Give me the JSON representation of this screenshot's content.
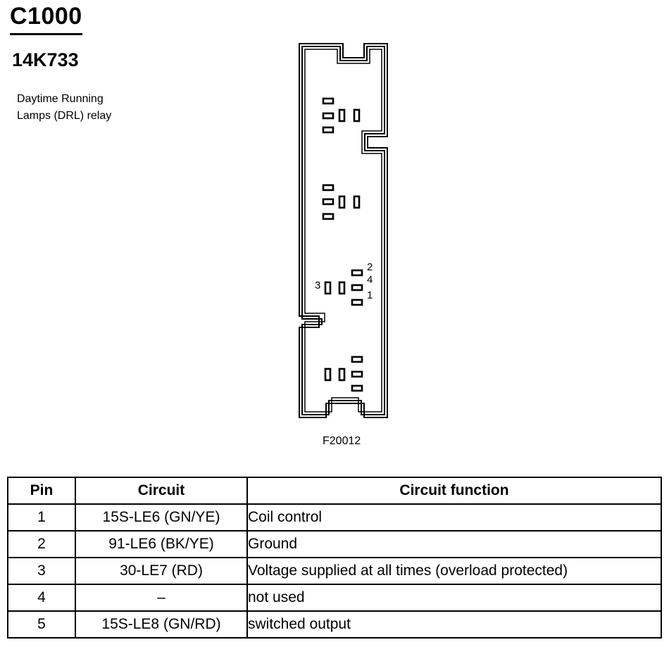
{
  "header": {
    "connector_id": "C1000",
    "part_number": "14K733",
    "description_line1": "Daytime Running",
    "description_line2": "Lamps (DRL) relay"
  },
  "diagram": {
    "figure_ref": "F20012",
    "pin_labels": [
      "2",
      "4",
      "3",
      "1"
    ]
  },
  "table": {
    "headers": [
      "Pin",
      "Circuit",
      "Circuit function"
    ],
    "rows": [
      {
        "pin": "1",
        "circuit": "15S-LE6 (GN/YE)",
        "function": "Coil control"
      },
      {
        "pin": "2",
        "circuit": "91-LE6 (BK/YE)",
        "function": "Ground"
      },
      {
        "pin": "3",
        "circuit": "30-LE7 (RD)",
        "function": "Voltage supplied at all times (overload protected)"
      },
      {
        "pin": "4",
        "circuit": "–",
        "function": "not used"
      },
      {
        "pin": "5",
        "circuit": "15S-LE8 (GN/RD)",
        "function": "switched output"
      }
    ]
  }
}
